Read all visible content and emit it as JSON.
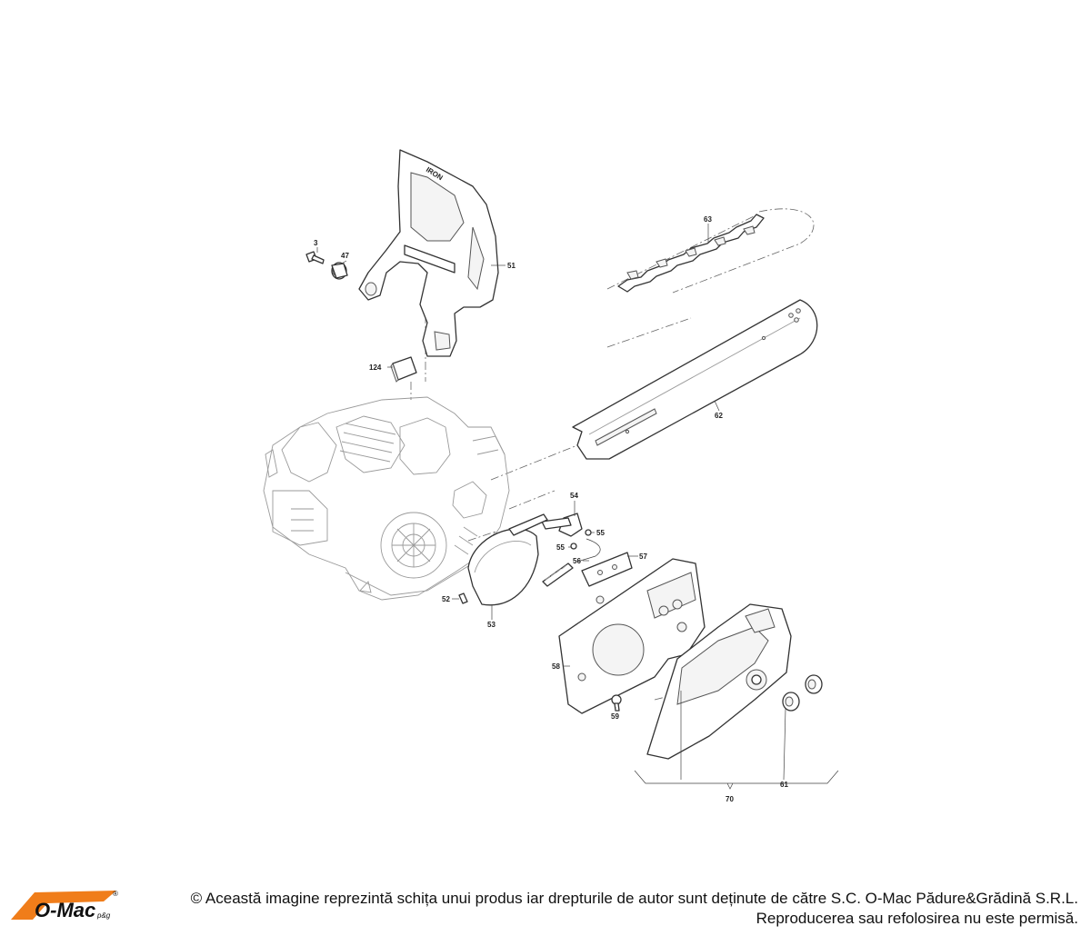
{
  "diagram": {
    "callouts": [
      {
        "id": "3",
        "text": "3"
      },
      {
        "id": "47",
        "text": "47"
      },
      {
        "id": "51",
        "text": "51"
      },
      {
        "id": "124",
        "text": "124"
      },
      {
        "id": "63",
        "text": "63"
      },
      {
        "id": "62",
        "text": "62"
      },
      {
        "id": "54",
        "text": "54"
      },
      {
        "id": "55a",
        "text": "55"
      },
      {
        "id": "55b",
        "text": "55"
      },
      {
        "id": "56",
        "text": "56"
      },
      {
        "id": "57",
        "text": "57"
      },
      {
        "id": "52",
        "text": "52"
      },
      {
        "id": "53",
        "text": "53"
      },
      {
        "id": "58",
        "text": "58"
      },
      {
        "id": "59",
        "text": "59"
      },
      {
        "id": "61",
        "text": "61"
      },
      {
        "id": "70",
        "text": "70"
      }
    ],
    "guard_brand": "IRON"
  },
  "footer": {
    "logo_text": "O-Mac",
    "logo_suffix": "p&g",
    "logo_reg": "®",
    "brand_color": "#f07d1a",
    "copyright_line1": "© Această imagine reprezintă schița unui produs iar drepturile de autor sunt deținute de către S.C. O-Mac Pădure&Grădină S.R.L.",
    "copyright_line2": "Reproducerea sau refolosirea nu este permisă."
  }
}
